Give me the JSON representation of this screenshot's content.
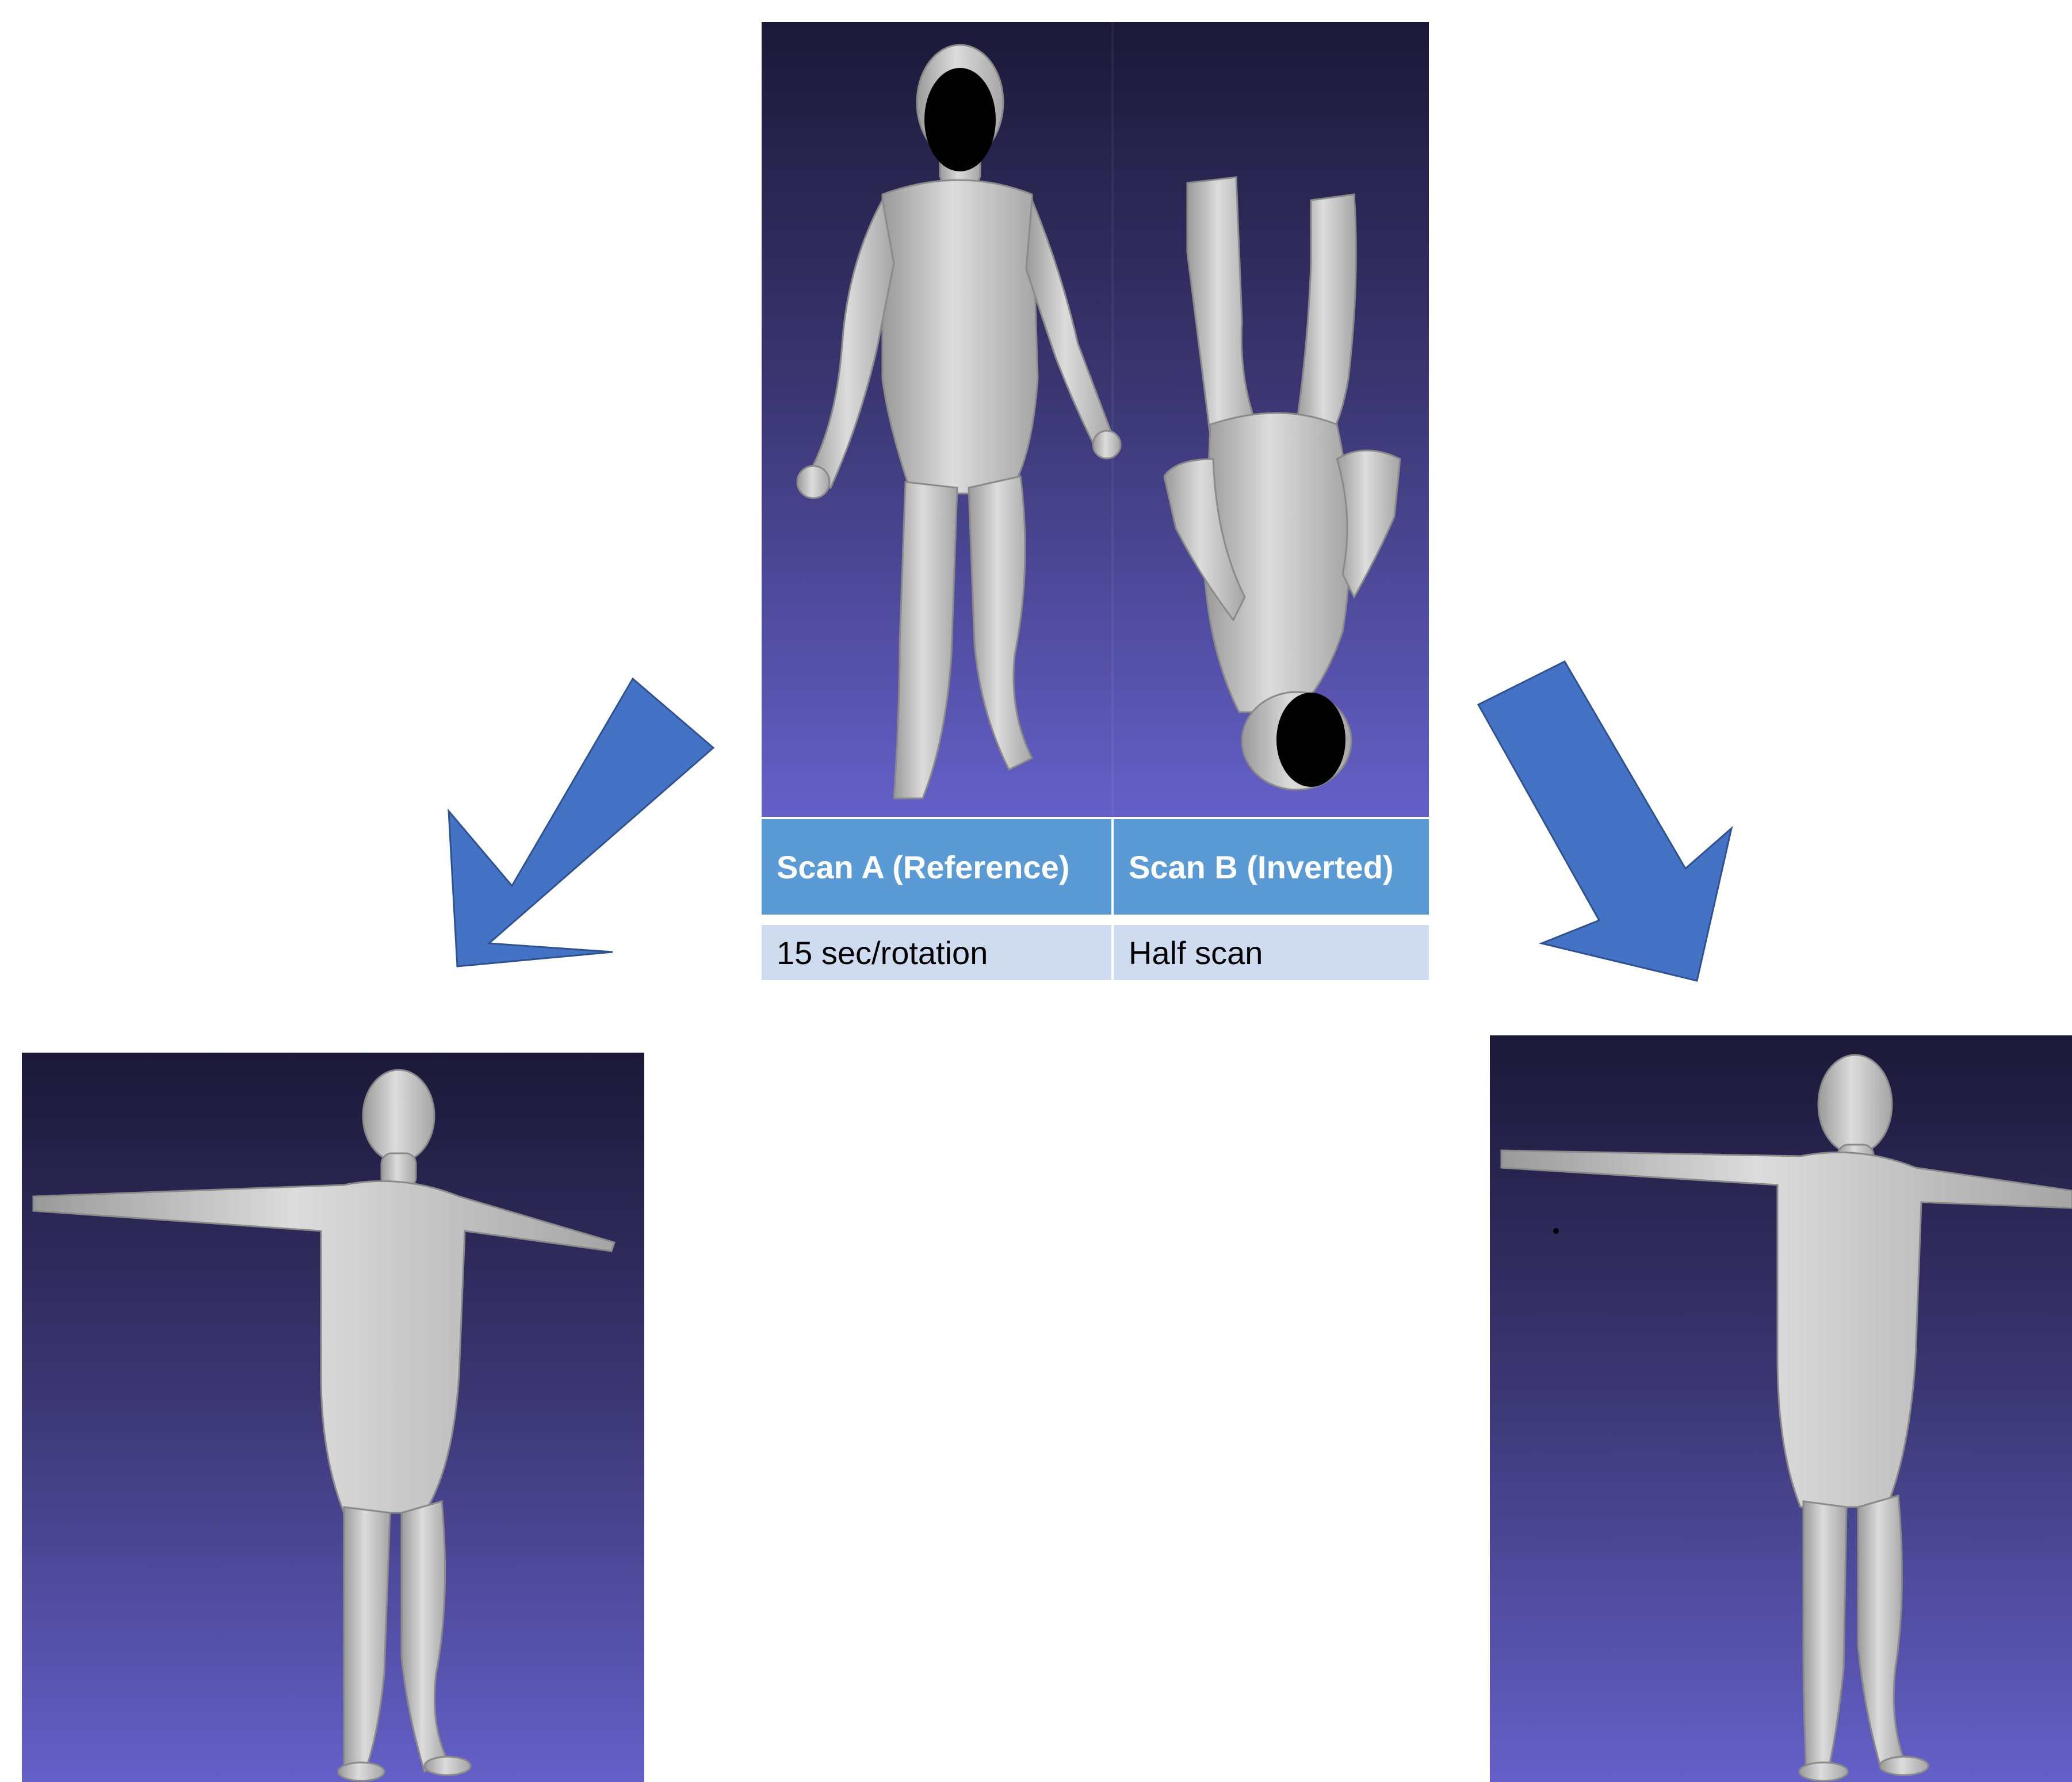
{
  "table": {
    "headers": [
      "Scan A (Reference)",
      "Scan B (Inverted)"
    ],
    "row": [
      "15 sec/rotation",
      "Half scan"
    ]
  },
  "colors": {
    "arrow": "#4472c4",
    "header": "#5b9bd5",
    "row": "#cfdcef",
    "mesh": "#c9c9c9",
    "background_top": "#1b1938",
    "background_bottom": "#6460c8"
  }
}
